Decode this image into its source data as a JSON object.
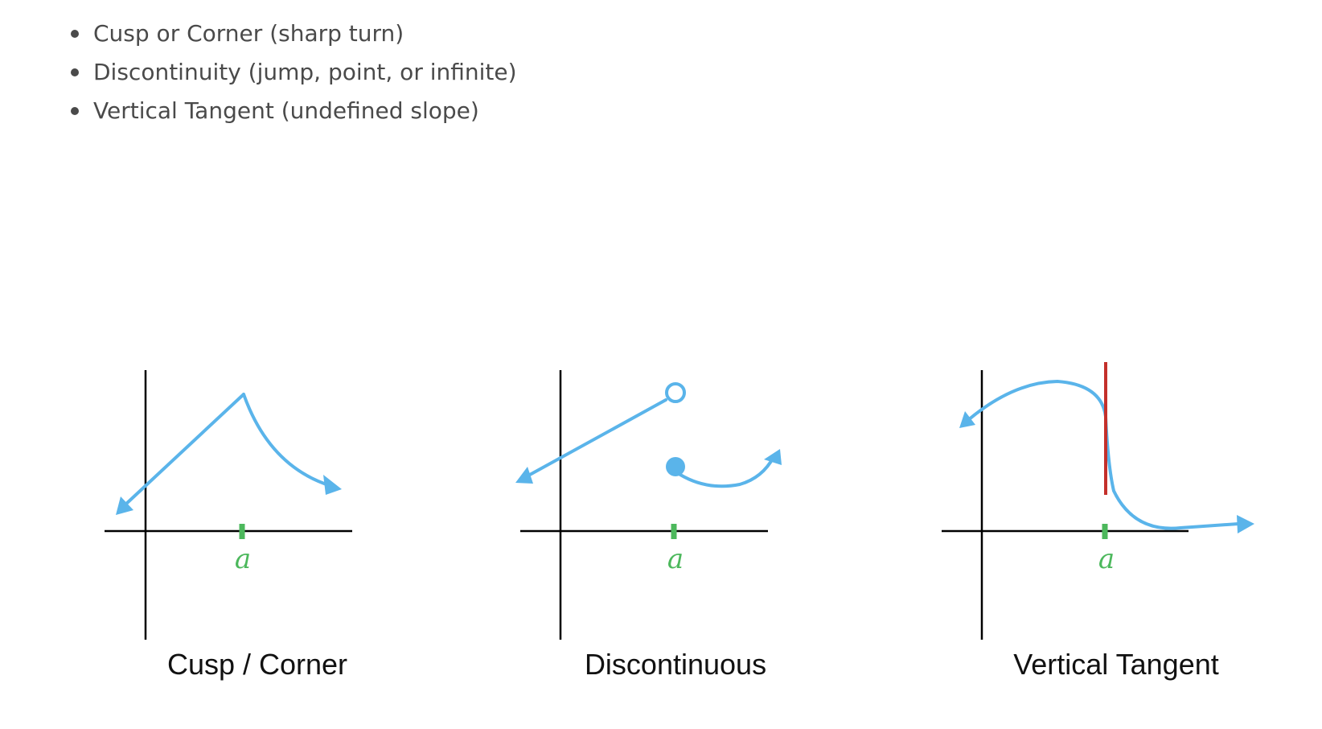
{
  "bullets": [
    "Cusp or Corner (sharp turn)",
    "Discontinuity (jump, point, or infinite)",
    "Vertical Tangent (undefined slope)"
  ],
  "panels": [
    {
      "axis_label": "a",
      "caption": "Cusp / Corner"
    },
    {
      "axis_label": "a",
      "caption": "Discontinuous"
    },
    {
      "axis_label": "a",
      "caption": "Vertical Tangent"
    }
  ],
  "colors": {
    "curve": "#5ab4ea",
    "tick": "#4cb85c",
    "tangent_line": "#c4302b",
    "axis": "#000000",
    "bullet_text": "#4a4a4a"
  },
  "icons": {
    "bullet": "filled-circle",
    "curve_end": "arrowhead",
    "open_point": "hollow-circle",
    "closed_point": "filled-circle"
  }
}
